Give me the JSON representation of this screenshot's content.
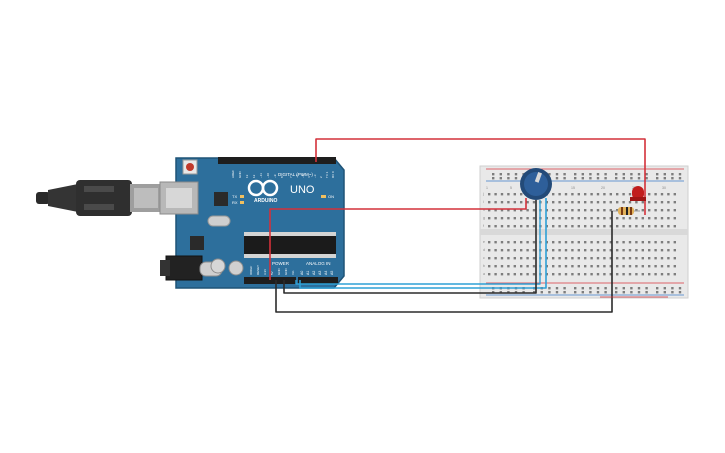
{
  "arduino": {
    "brand": "ARDUINO",
    "model": "UNO",
    "digital_header_label": "DIGITAL (PWM~)",
    "power_label": "POWER",
    "analog_label": "ANALOG IN",
    "led_labels": [
      "TX",
      "RX"
    ],
    "on_label": "ON",
    "power_pins": [
      "IOREF",
      "RESET",
      "3.3V",
      "5V",
      "GND",
      "GND",
      "Vin"
    ],
    "analog_pins": [
      "A0",
      "A1",
      "A2",
      "A3",
      "A4",
      "A5"
    ],
    "digital_pins": [
      "AREF",
      "GND",
      "13",
      "12",
      "~11",
      "~10",
      "~9",
      "8",
      "7",
      "~6",
      "~5",
      "4",
      "~3",
      "2",
      "TX 1",
      "RX 0"
    ]
  },
  "colors": {
    "board": "#2d6f9c",
    "board_edge": "#1e5377",
    "wire_red": "#d3313a",
    "wire_blue": "#2ea0d6",
    "wire_black": "#2b2b2b",
    "breadboard": "#e9e9e9",
    "rail_red": "#d9363e",
    "rail_blue": "#3a7dc8",
    "potentiometer": "#2e5f9a",
    "led": "#c11d1d"
  },
  "breadboard": {
    "column_numbers": [
      "1",
      "5",
      "10",
      "15",
      "20",
      "25",
      "30"
    ],
    "row_letters_top": [
      "j",
      "i",
      "h",
      "g",
      "f"
    ],
    "row_letters_bottom": [
      "e",
      "d",
      "c",
      "b",
      "a"
    ]
  }
}
